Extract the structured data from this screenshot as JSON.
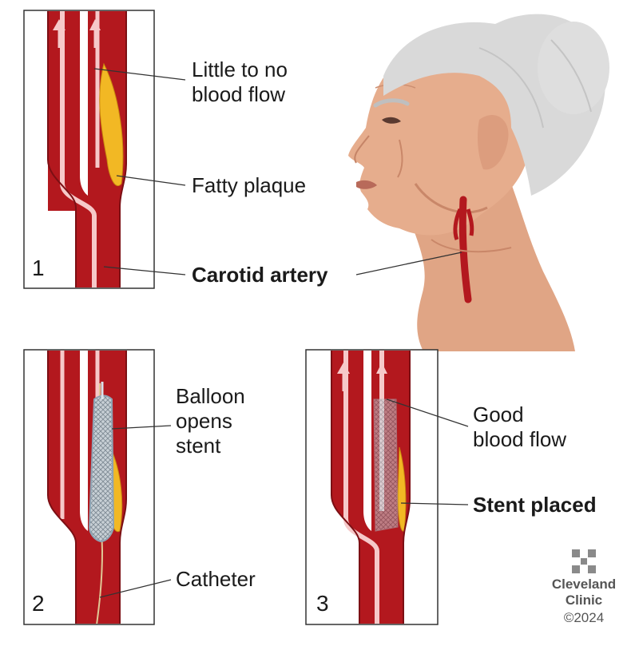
{
  "panels": [
    {
      "number": "1"
    },
    {
      "number": "2"
    },
    {
      "number": "3"
    }
  ],
  "labels": {
    "little_flow_line1": "Little to no",
    "little_flow_line2": "blood flow",
    "fatty_plaque": "Fatty plaque",
    "carotid_artery": "Carotid artery",
    "balloon_line1": "Balloon",
    "balloon_line2": "opens",
    "balloon_line3": "stent",
    "catheter": "Catheter",
    "good_flow_line1": "Good",
    "good_flow_line2": "blood flow",
    "stent_placed": "Stent placed"
  },
  "logo": {
    "name_line1": "Cleveland",
    "name_line2": "Clinic",
    "copyright": "©2024",
    "icon": "cleveland-clinic-cross-icon"
  },
  "colors": {
    "artery": "#b3181e",
    "artery_dark": "#7c0f14",
    "artery_lumen": "#f6c9c9",
    "plaque": "#f2b824",
    "skin": "#e3a98a",
    "hair": "#d7d7d7",
    "stent": "#aab4bc"
  }
}
